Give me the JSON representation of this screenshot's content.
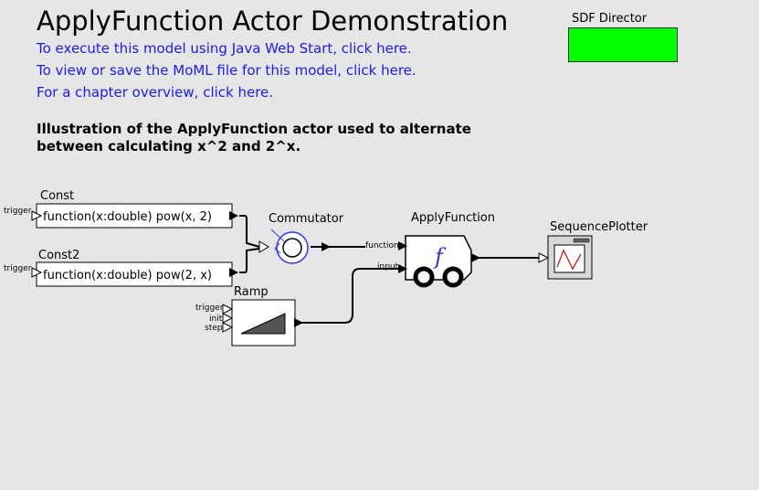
{
  "title": "ApplyFunction Actor Demonstration",
  "links": [
    "To execute this model using Java Web Start, click here.",
    "To view or save the MoML file for this model, click here.",
    "For a chapter overview, click here."
  ],
  "description": {
    "line1": "Illustration of the ApplyFunction actor used to alternate",
    "line2": "between calculating x^2 and 2^x."
  },
  "director": {
    "label": "SDF Director",
    "color": "#00ff00"
  },
  "actors": {
    "const": {
      "name": "Const",
      "expression": "function(x:double) pow(x, 2)",
      "port": "trigger"
    },
    "const2": {
      "name": "Const2",
      "expression": "function(x:double) pow(2, x)",
      "port": "trigger"
    },
    "commutator": {
      "name": "Commutator"
    },
    "ramp": {
      "name": "Ramp",
      "ports": [
        "trigger",
        "init",
        "step"
      ]
    },
    "applyfunction": {
      "name": "ApplyFunction",
      "ports": [
        "function",
        "input"
      ],
      "glyph": "f"
    },
    "plotter": {
      "name": "SequencePlotter"
    }
  }
}
